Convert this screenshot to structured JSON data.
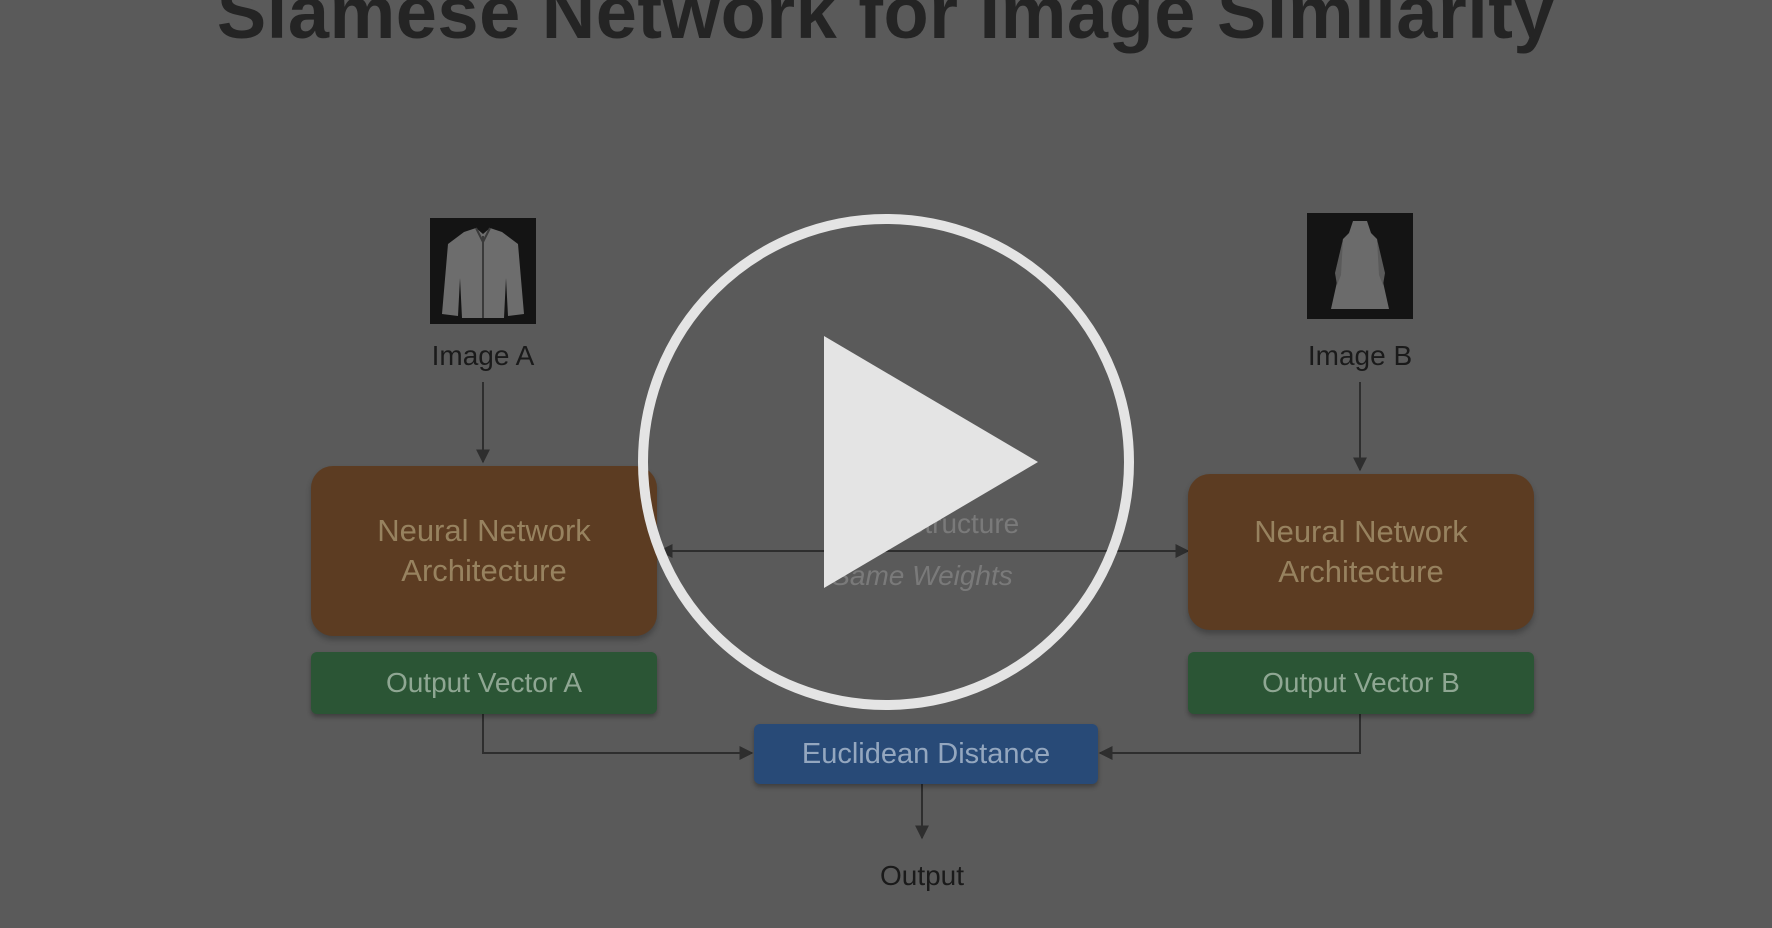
{
  "slide": {
    "title": "Siamese Network for Image Similarity"
  },
  "diagram": {
    "image_a_label": "Image A",
    "image_b_label": "Image B",
    "left_network": {
      "line1": "Neural Network",
      "line2": "Architecture"
    },
    "right_network": {
      "line1": "Neural Network",
      "line2": "Architecture"
    },
    "shared_structure_label": "Same Structure",
    "shared_weights_label": "Same Weights",
    "output_vector_a": "Output Vector A",
    "output_vector_b": "Output Vector B",
    "distance_label": "Euclidean Distance",
    "output_label": "Output"
  },
  "player": {
    "play_icon": "play-icon"
  },
  "colors": {
    "network_box": "#5c3c22",
    "output_box": "#2b5535",
    "distance_box": "#284a77",
    "overlay": "#5a5a5a",
    "play": "#e4e4e4"
  }
}
